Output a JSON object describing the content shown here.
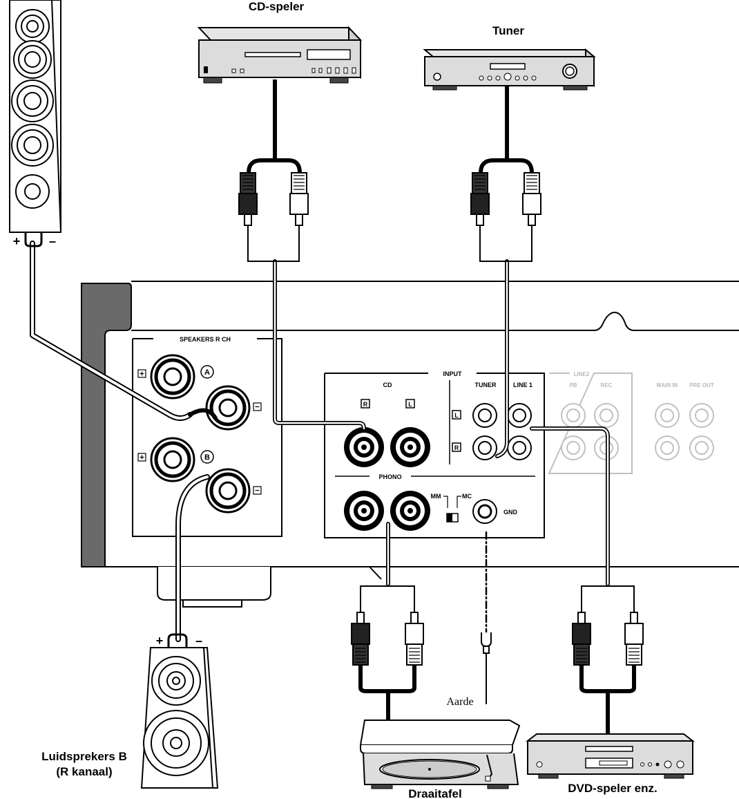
{
  "devices": {
    "cd_player": "CD-speler",
    "tuner": "Tuner",
    "turntable": "Draaitafel",
    "dvd_player": "DVD-speler enz.",
    "speaker_b_line1": "Luidsprekers B",
    "speaker_b_line2": "(R kanaal)",
    "ground": "Aarde"
  },
  "panel": {
    "speakers_header": "SPEAKERS R CH",
    "input_header": "INPUT",
    "cd": "CD",
    "tuner": "TUNER",
    "line1": "LINE 1",
    "line2": "LINE2",
    "pb": "PB",
    "rec": "REC",
    "main_in": "MAIN IN",
    "pre_out": "PRE OUT",
    "phono": "PHONO",
    "mm": "MM",
    "mc": "MC",
    "gnd": "GND",
    "r": "R",
    "l": "L",
    "a": "A",
    "b": "B",
    "plus": "+",
    "minus": "–"
  },
  "speaker_polarity": {
    "plus": "+",
    "minus": "–"
  }
}
